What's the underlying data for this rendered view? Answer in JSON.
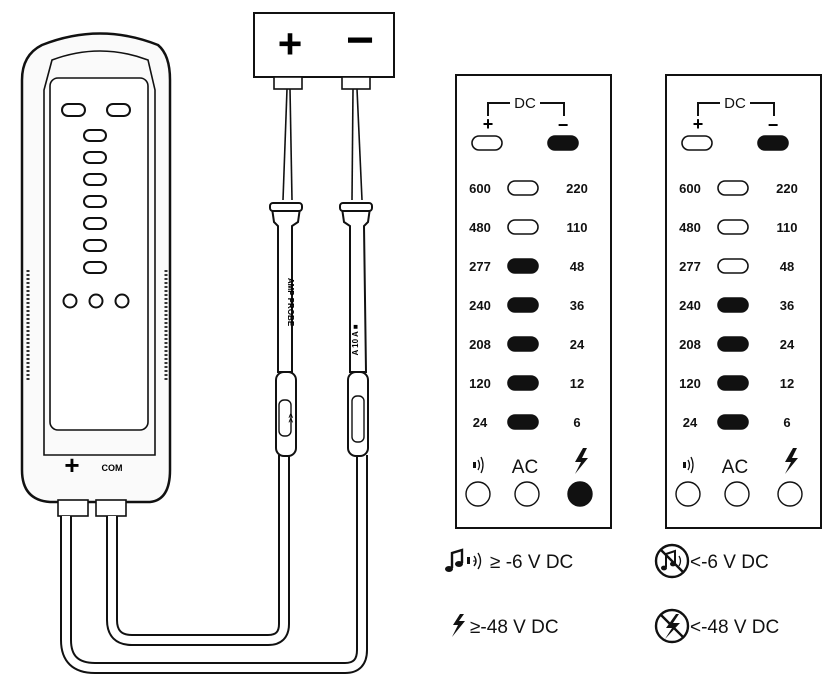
{
  "battery": {
    "plus": "+",
    "minus": "−"
  },
  "device": {
    "com_label": "COM",
    "plus_label": "+"
  },
  "probes": {
    "left_label": "AMP PROBE",
    "right_label": "A 10 A ■",
    "left_grip": "<<"
  },
  "panels": [
    {
      "dc_label": "DC",
      "polarity": {
        "plus": "+",
        "minus": "−",
        "plus_on": false,
        "minus_on": true
      },
      "rows": [
        {
          "left": "600",
          "right": "220",
          "on": false
        },
        {
          "left": "480",
          "right": "110",
          "on": false
        },
        {
          "left": "277",
          "right": "48",
          "on": true
        },
        {
          "left": "240",
          "right": "36",
          "on": true
        },
        {
          "left": "208",
          "right": "24",
          "on": true
        },
        {
          "left": "120",
          "right": "12",
          "on": true
        },
        {
          "left": "24",
          "right": "6",
          "on": true
        }
      ],
      "indicators": {
        "ac_label": "AC",
        "buzzer_on": false,
        "ac_on": false,
        "hazard_on": true
      }
    },
    {
      "dc_label": "DC",
      "polarity": {
        "plus": "+",
        "minus": "−",
        "plus_on": false,
        "minus_on": true
      },
      "rows": [
        {
          "left": "600",
          "right": "220",
          "on": false
        },
        {
          "left": "480",
          "right": "110",
          "on": false
        },
        {
          "left": "277",
          "right": "48",
          "on": false
        },
        {
          "left": "240",
          "right": "36",
          "on": true
        },
        {
          "left": "208",
          "right": "24",
          "on": true
        },
        {
          "left": "120",
          "right": "12",
          "on": true
        },
        {
          "left": "24",
          "right": "6",
          "on": true
        }
      ],
      "indicators": {
        "ac_label": "AC",
        "buzzer_on": false,
        "ac_on": false,
        "hazard_on": false
      }
    }
  ],
  "legend": {
    "buzzer_on": "≥ -6 V DC",
    "hazard_on": "≥-48 V DC",
    "buzzer_off": "<-6 V DC",
    "hazard_off": "<-48 V DC"
  },
  "colors": {
    "ink": "#111111",
    "body_fill": "#f4f4f4",
    "lit": "#111111",
    "unlit": "#ffffff"
  },
  "icons": [
    "note-icon",
    "speaker-icon",
    "lightning-icon",
    "no-buzzer-icon",
    "no-lightning-icon"
  ]
}
